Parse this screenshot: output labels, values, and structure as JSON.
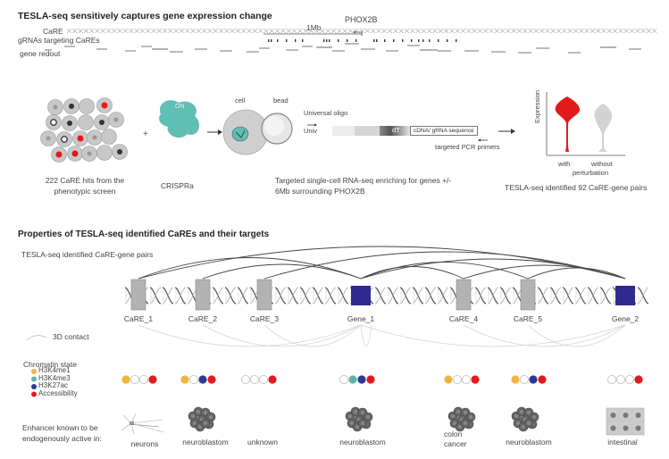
{
  "panel_a": {
    "title": "TESLA-seq sensitively captures gene expression change",
    "track_labels": {
      "care": "CaRE",
      "grnas": "gRNAs targeting CaREs",
      "gene_readout": "gene redout"
    },
    "scale_bar": "1Mb",
    "gene_marker": "PHOX2B",
    "steps": [
      {
        "caption": "222 CaRE hits from the phenotypic screen"
      },
      {
        "caption": "CRISPRa",
        "badge": "ON"
      },
      {
        "caption": "Targeted single-cell RNA-seq enriching for genes +/- 6Mb surrounding PHOX2B",
        "cell_label": "cell",
        "bead_label": "bead",
        "oligo_title": "Universal oligo",
        "univ": "Univ",
        "dt": "dT",
        "sequence": "cDNA/ gRNA sequence",
        "primer_label": "targeted PCR primers"
      },
      {
        "caption": "TESLA-seq identified 92 CaRE-gene pairs",
        "ylabel": "Expression",
        "groups": [
          "with",
          "without"
        ],
        "xlabel": "perturbation"
      }
    ],
    "colors": {
      "hit": "#e31a1c",
      "crispra": "#5fbfb4",
      "violin_with": "#e31a1c",
      "violin_without": "#cccccc"
    }
  },
  "panel_b": {
    "title": "Properties of TESLA-seq identified  CaREs and their targets",
    "pairs_label": "TESLA-seq identified CaRE-gene pairs",
    "contact_label": "3D contact",
    "elements": [
      {
        "name": "CaRE_1",
        "kind": "care",
        "marks": [
          "h3k4me1",
          "none",
          "none",
          "acc"
        ],
        "activity": "neurons",
        "icon": "neuron-icon"
      },
      {
        "name": "CaRE_2",
        "kind": "care",
        "marks": [
          "h3k4me1",
          "none",
          "h3k27ac",
          "acc"
        ],
        "activity": "neuroblastom",
        "icon": "cell-cluster-icon"
      },
      {
        "name": "CaRE_3",
        "kind": "care",
        "marks": [
          "none",
          "none",
          "none",
          "acc"
        ],
        "activity": "unknown",
        "icon": ""
      },
      {
        "name": "Gene_1",
        "kind": "gene",
        "marks": [
          "none",
          "h3k4me3",
          "h3k27ac",
          "acc"
        ],
        "activity": "neuroblastom",
        "icon": "cell-cluster-icon"
      },
      {
        "name": "CaRE_4",
        "kind": "care",
        "marks": [
          "h3k4me1",
          "none",
          "none",
          "acc"
        ],
        "activity": "colon cancer",
        "icon": "cell-cluster-icon"
      },
      {
        "name": "CaRE_5",
        "kind": "care",
        "marks": [
          "h3k4me1",
          "none",
          "h3k27ac",
          "acc"
        ],
        "activity": "neuroblastom",
        "icon": "cell-cluster-icon"
      },
      {
        "name": "Gene_2",
        "kind": "gene",
        "marks": [
          "none",
          "none",
          "none",
          "acc"
        ],
        "activity": "intestinal",
        "icon": "epithelium-icon"
      }
    ],
    "chromatin_legend": {
      "title": "Chromatin state",
      "items": [
        {
          "key": "h3k4me1",
          "label": "H3K4me1",
          "color": "#f0b43c"
        },
        {
          "key": "h3k4me3",
          "label": "H3K4me3",
          "color": "#5fb5ad"
        },
        {
          "key": "h3k27ac",
          "label": "H3K27ac",
          "color": "#2b3990"
        },
        {
          "key": "acc",
          "label": "Accessibility",
          "color": "#e31a1c"
        }
      ]
    },
    "enhancer_label": "Enhancer known to be endogenously active in:",
    "colors": {
      "care_box": "#b3b3b3",
      "gene_box": "#2e2a8f"
    }
  }
}
